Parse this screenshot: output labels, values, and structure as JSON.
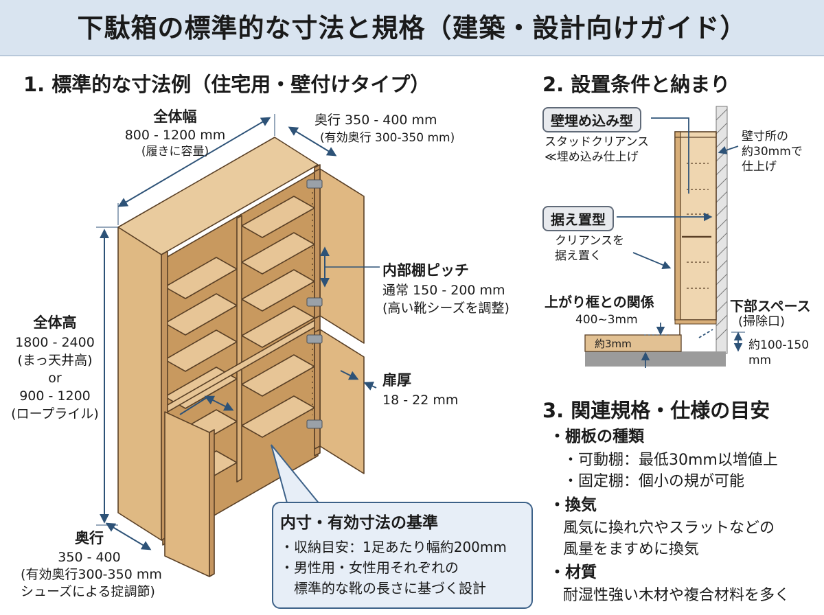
{
  "title": "下駄箱の標準的な寸法と規格（建築・設計向けガイド）",
  "section1": {
    "heading": "1. 標準的な寸法例（住宅用・壁付けタイプ）",
    "width": {
      "title": "全体幅",
      "value": "800 - 1200 mm",
      "note": "(履きに容量)"
    },
    "depth_top": {
      "value": "奥行 350 - 400 mm",
      "note": "(有効奥行 300-350 mm)"
    },
    "height": {
      "title": "全体高",
      "value1": "1800 - 2400",
      "note1": "(まっ天井高)",
      "or": "or",
      "value2": "900 - 1200",
      "note2": "(ロープライル)"
    },
    "pitch": {
      "title": "内部棚ピッチ",
      "value": "通常 150 - 200 mm",
      "note": "(高い靴シーズを調整)"
    },
    "door": {
      "title": "扉厚",
      "value": "18 - 22 mm"
    },
    "depth_bottom": {
      "title": "奥行",
      "value": "350 - 400",
      "note1": "(有効奥行300-350 mm",
      "note2": "シューズによる掟調節)"
    },
    "callout": {
      "title": "内寸・有効寸法の基準",
      "items": [
        "・収納目安：1足あたり幅約200mm",
        "・男性用・女性用それぞれの",
        "　標準的な靴の長さに基づく設計"
      ]
    }
  },
  "section2": {
    "heading": "2. 設置条件と納まり",
    "built_in": {
      "tag": "壁埋め込み型",
      "line1": "スタッドクリアンス",
      "line2": "≪埋め込み仕上げ"
    },
    "wall_note": {
      "line1": "壁寸所の",
      "line2": "約30mmで",
      "line3": "仕上げ"
    },
    "floor_type": {
      "tag": "据え置型",
      "line1": "クリアンスを",
      "line2": "据え置く"
    },
    "kamachi": {
      "title": "上がり框との関係",
      "value": "400~3mm",
      "floor": "約3mm"
    },
    "bottom_space": {
      "title": "下部スペース",
      "note": "(掃除口)",
      "value1": "約100-150",
      "value2": "mm"
    }
  },
  "section3": {
    "heading": "3. 関連規格・仕様の目安",
    "groups": [
      {
        "title": "・棚板の種類",
        "lines": [
          "・可動棚：最低30mm以増値上",
          "・固定棚：個小の規が可能"
        ]
      },
      {
        "title": "・換気",
        "lines": [
          "風気に換れ穴やスラットなどの",
          "風量をますめに換気"
        ]
      },
      {
        "title": "・材質",
        "lines": [
          "耐湿性強い木材や複合材料を多く"
        ]
      }
    ]
  },
  "colors": {
    "wood_light": "#e7c596",
    "wood_mid": "#d8ae78",
    "wood_dark": "#c49560",
    "outline": "#5a4026",
    "dim": "#2d5277",
    "title_bg": "#d9e4f0"
  }
}
